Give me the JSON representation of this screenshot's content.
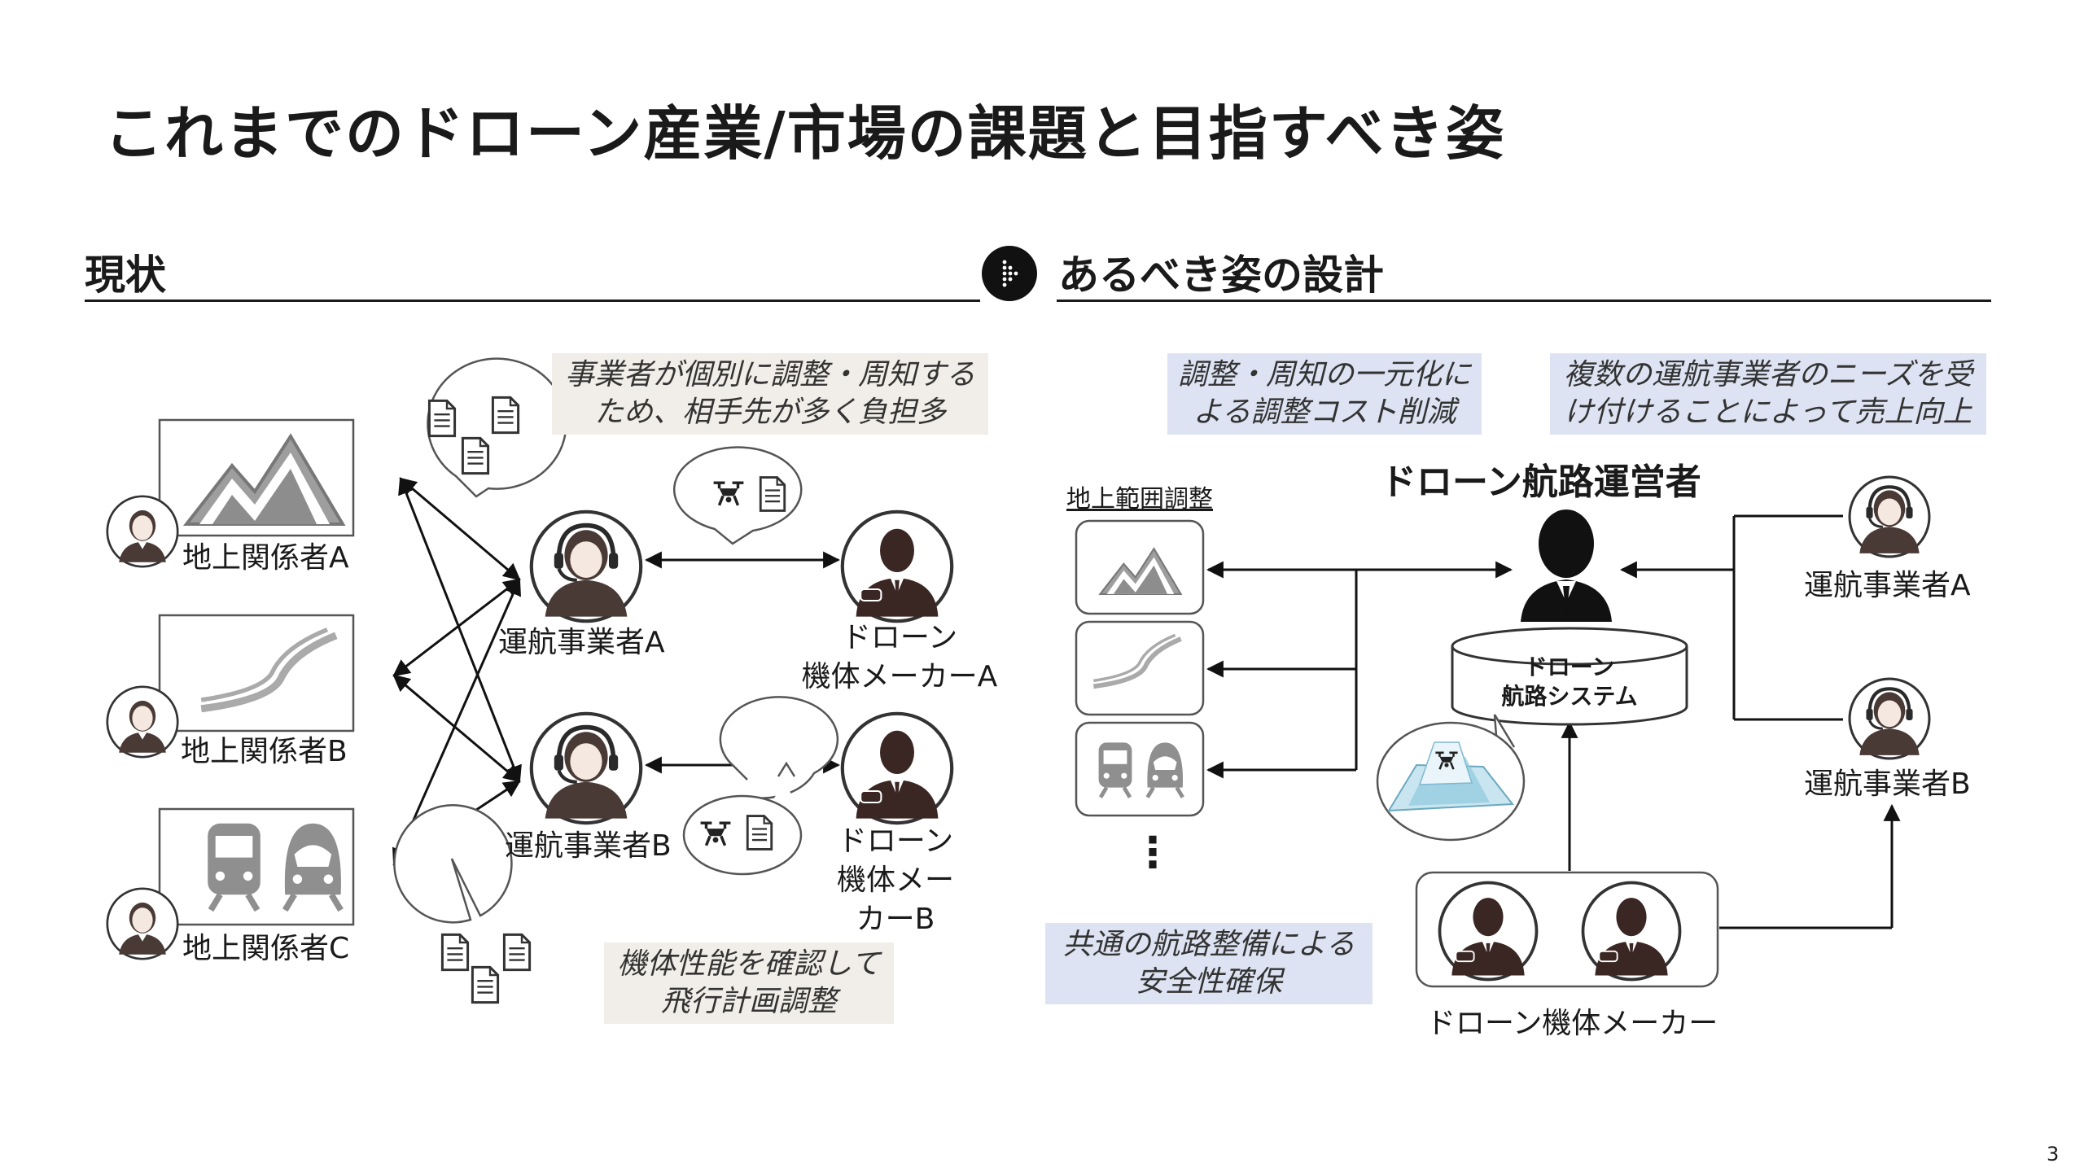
{
  "title": "これまでのドローン産業/市場の課題と目指すべき姿",
  "left": {
    "heading": "現状",
    "stakeholders": [
      "地上関係者A",
      "地上関係者B",
      "地上関係者C"
    ],
    "operators": [
      "運航事業者A",
      "運航事業者B"
    ],
    "makers": [
      "ドローン\n機体メーカーA",
      "ドローン\n機体メー\nカーB"
    ],
    "note_top": "事業者が個別に調整・周知する\nため、相手先が多く負担多",
    "note_bottom": "機体性能を確認して\n飛行計画調整"
  },
  "right": {
    "heading": "あるべき姿の設計",
    "note_left": "調整・周知の一元化に\nよる調整コスト削減",
    "note_right": "複数の運航事業者のニーズを受\nけ付けることによって売上向上",
    "ground_adjust": "地上範囲調整",
    "operator_title": "ドローン航路運営者",
    "system": "ドローン\n航路システム",
    "operators": [
      "運航事業者A",
      "運航事業者B"
    ],
    "maker": "ドローン機体メーカー",
    "note_bottom": "共通の航路整備による\n安全性確保",
    "ellipsis": "⋮"
  },
  "page_number": "3"
}
